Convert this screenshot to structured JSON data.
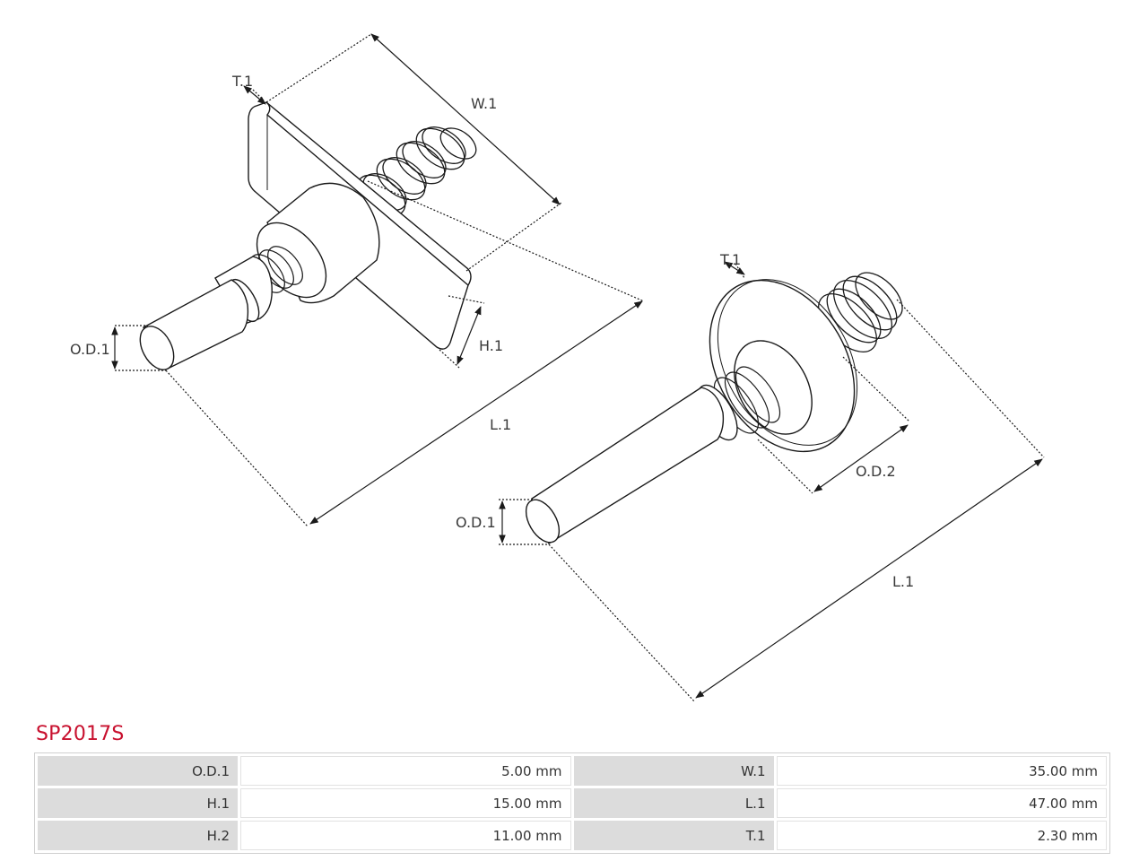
{
  "diagram": {
    "labels": {
      "left_t1": "T.1",
      "left_w1": "W.1",
      "left_od1": "O.D.1",
      "left_h1": "H.1",
      "left_l1": "L.1",
      "right_t1": "T.1",
      "right_od2": "O.D.2",
      "right_od1": "O.D.1",
      "right_l1": "L.1"
    }
  },
  "part": {
    "number": "SP2017S"
  },
  "specs": [
    [
      {
        "label": "O.D.1",
        "value": "5.00 mm"
      },
      {
        "label": "W.1",
        "value": "35.00 mm"
      }
    ],
    [
      {
        "label": "H.1",
        "value": "15.00 mm"
      },
      {
        "label": "L.1",
        "value": "47.00 mm"
      }
    ],
    [
      {
        "label": "H.2",
        "value": "11.00 mm"
      },
      {
        "label": "T.1",
        "value": "2.30 mm"
      }
    ]
  ],
  "colors": {
    "title": "#c8102e",
    "line": "#1a1a1a",
    "label_cell": "#dcdcdc"
  }
}
